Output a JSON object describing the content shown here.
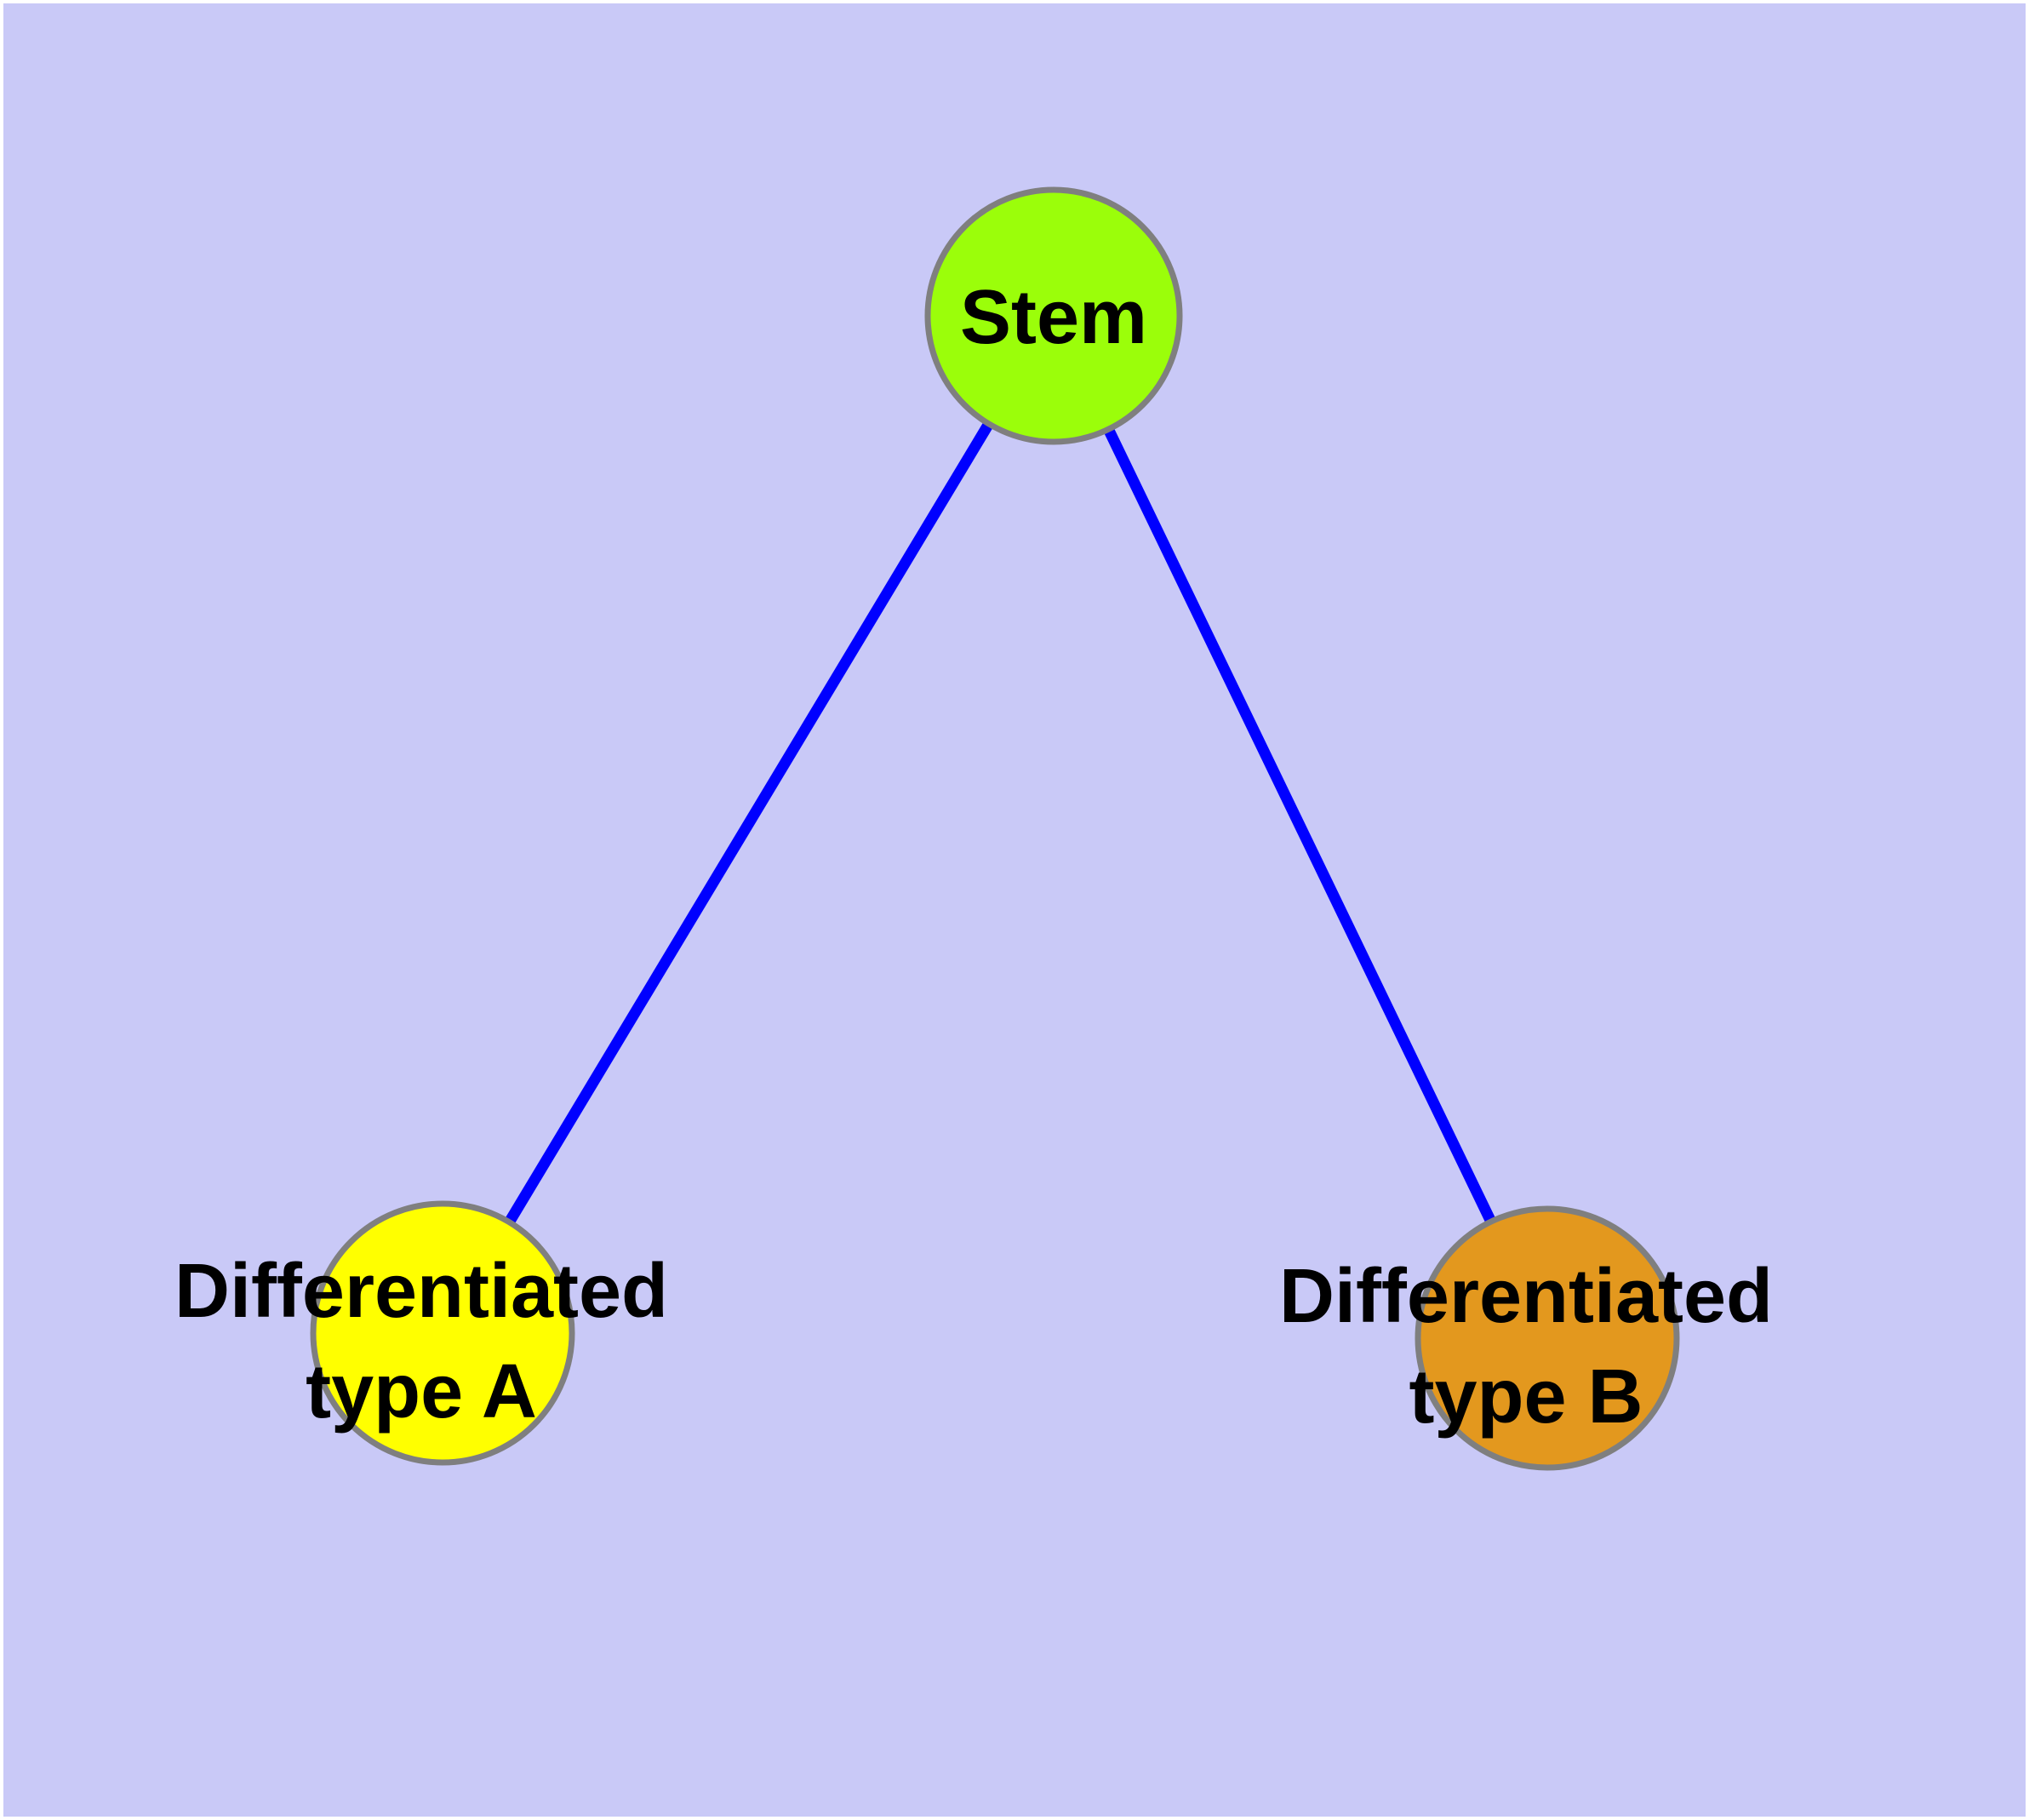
{
  "canvas": {
    "background_color": "#C9C9F7",
    "frame_color": "#FFFFFF"
  },
  "graph": {
    "edge_style": {
      "color": "#0000FF"
    },
    "node_border_color": "#7F7F7F",
    "label_color": "#000000",
    "nodes": [
      {
        "id": "stem",
        "label_line1": "Stem",
        "label_line2": "",
        "fill": "#9BFE0A"
      },
      {
        "id": "differentiated-type-a",
        "label_line1": "Differentiated",
        "label_line2": "type A",
        "fill": "#FFFF00"
      },
      {
        "id": "differentiated-type-b",
        "label_line1": "Differentiated",
        "label_line2": "type B",
        "fill": "#E3981E"
      }
    ],
    "edges": [
      {
        "from": "Stem",
        "to": "Differentiated type A"
      },
      {
        "from": "Stem",
        "to": "Differentiated type B"
      }
    ]
  }
}
